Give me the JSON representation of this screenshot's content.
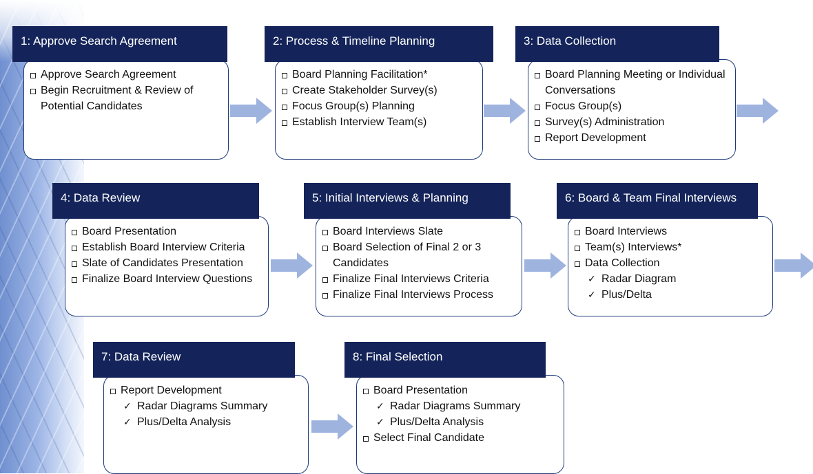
{
  "steps": [
    {
      "title": "1: Approve Search Agreement",
      "items": [
        {
          "text": "Approve Search Agreement"
        },
        {
          "text": "Begin Recruitment & Review of Potential Candidates"
        }
      ]
    },
    {
      "title": "2: Process & Timeline Planning",
      "items": [
        {
          "text": "Board Planning Facilitation*"
        },
        {
          "text": "Create Stakeholder Survey(s)"
        },
        {
          "text": "Focus Group(s) Planning"
        },
        {
          "text": "Establish Interview Team(s)"
        }
      ]
    },
    {
      "title": "3: Data Collection",
      "items": [
        {
          "text": "Board Planning Meeting or Individual Conversations"
        },
        {
          "text": "Focus Group(s)"
        },
        {
          "text": "Survey(s) Administration"
        },
        {
          "text": "Report Development"
        }
      ]
    },
    {
      "title": "4: Data Review",
      "items": [
        {
          "text": "Board Presentation"
        },
        {
          "text": "Establish Board Interview Criteria"
        },
        {
          "text": "Slate of Candidates Presentation"
        },
        {
          "text": "Finalize Board Interview Questions"
        }
      ]
    },
    {
      "title": "5: Initial Interviews & Planning",
      "items": [
        {
          "text": "Board Interviews Slate"
        },
        {
          "text": "Board Selection of Final 2 or 3 Candidates"
        },
        {
          "text": "Finalize Final Interviews Criteria"
        },
        {
          "text": "Finalize Final Interviews Process"
        }
      ]
    },
    {
      "title": "6: Board & Team Final Interviews",
      "items": [
        {
          "text": "Board Interviews"
        },
        {
          "text": "Team(s) Interviews*"
        },
        {
          "text": "Data Collection"
        },
        {
          "text": "Radar Diagram",
          "sub": true
        },
        {
          "text": "Plus/Delta",
          "sub": true
        }
      ]
    },
    {
      "title": "7: Data Review",
      "items": [
        {
          "text": "Report Development"
        },
        {
          "text": "Radar Diagrams Summary",
          "sub": true
        },
        {
          "text": "Plus/Delta Analysis",
          "sub": true
        }
      ]
    },
    {
      "title": "8: Final Selection",
      "items": [
        {
          "text": "Board Presentation"
        },
        {
          "text": "Radar Diagrams Summary",
          "sub": true
        },
        {
          "text": "Plus/Delta Analysis",
          "sub": true
        },
        {
          "text": "Select Final Candidate"
        }
      ]
    }
  ],
  "colors": {
    "header_bg": "#14245a",
    "header_text": "#ffffff",
    "card_border": "#1f3a7a",
    "arrow": "#9fb3df",
    "background_strip": "#8fa8dd"
  },
  "icons": {
    "bullet": "checkbox-icon",
    "sub_bullet": "checkmark-icon",
    "connector": "right-arrow-icon"
  }
}
